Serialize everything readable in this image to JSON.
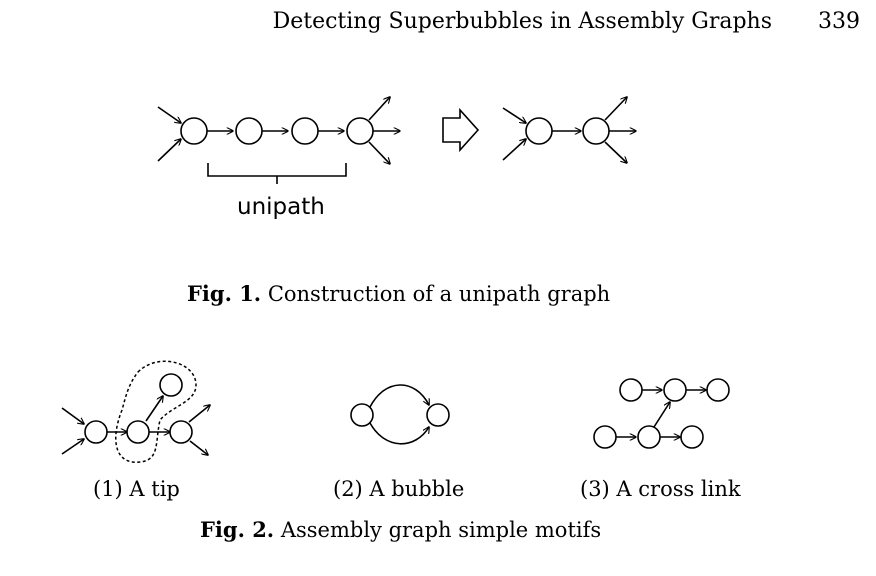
{
  "header": {
    "title": "Detecting Superbubbles in Assembly Graphs",
    "page_number": "339"
  },
  "figure1": {
    "unipath_label": "unipath",
    "caption_label": "Fig. 1.",
    "caption_text": "Construction of a unipath graph"
  },
  "figure2": {
    "panels": [
      {
        "label": "(1) A tip"
      },
      {
        "label": "(2) A bubble"
      },
      {
        "label": "(3) A cross link"
      }
    ],
    "caption_label": "Fig. 2.",
    "caption_text": "Assembly graph simple motifs"
  }
}
